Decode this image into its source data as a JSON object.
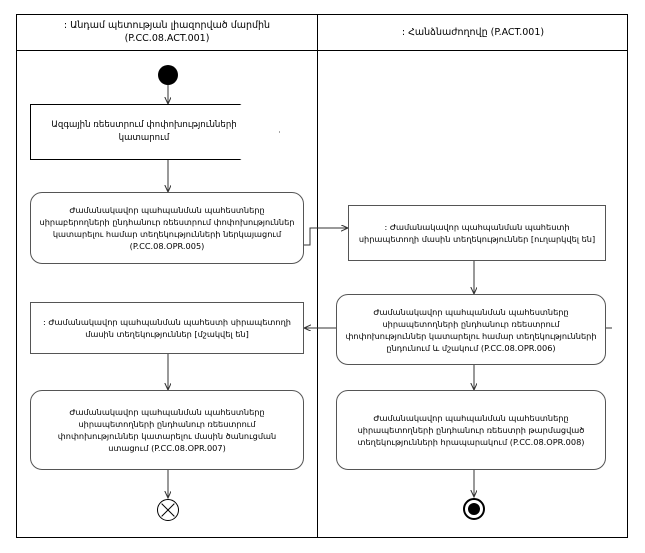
{
  "diagram": {
    "type": "uml-activity-diagram",
    "lanes": [
      {
        "id": "lane-left",
        "title": ": Անդամ պետության լիազորված մարմին (P.CC.08.ACT.001)"
      },
      {
        "id": "lane-right",
        "title": ": Հանձնաժողովը (P.ACT.001)"
      }
    ],
    "nodes": {
      "initial": {
        "name": "initial-node",
        "label": ""
      },
      "signal": {
        "label": "Ազգային ռեեստրում փոփոխությունների կատարում"
      },
      "action_opr005": {
        "label": "Ժամանակավոր պահպանման պահեստները սիրաբերողների ընդհանուր ռեեստրում փոփոխություններ կատարելու համար տեղեկությունների ներկայացում (P.CC.08.OPR.005)"
      },
      "object_sent": {
        "label": ": Ժամանակավոր պահպանման պահեստի սիրապետողի մասին տեղեկություններ [ուղարկվել են]"
      },
      "action_opr006": {
        "label": "Ժամանակավոր պահպանման պահեստները սիրապետողների ընդհանուր ռեեստրում փոփոխություններ կատարելու համար տեղեկությունների ընդունում և մշակում (P.CC.08.OPR.006)"
      },
      "object_processed": {
        "label": ": Ժամանակավոր պահպանման պահեստի սիրապետողի մասին տեղեկություններ [մշակվել են]"
      },
      "action_opr007": {
        "label": "Ժամանակավոր պահպանման պահեստները սիրապետողների ընդհանուր ռեեստրում փոփոխություններ կատարելու մասին ծանուցման ստացում (P.CC.08.OPR.007)"
      },
      "action_opr008": {
        "label": "Ժամանակավոր պահպանման պահեստները սիրապետողների ընդհանուր ռեեստրի թարմացված տեղեկությունների հրապարակում (P.CC.08.OPR.008)"
      },
      "flow_final": {
        "name": "flow-final-node",
        "label": ""
      },
      "activity_final": {
        "name": "activity-final-node",
        "label": ""
      }
    },
    "colors": {
      "stroke": "#000000",
      "node_stroke": "#555555",
      "background": "#ffffff"
    }
  }
}
